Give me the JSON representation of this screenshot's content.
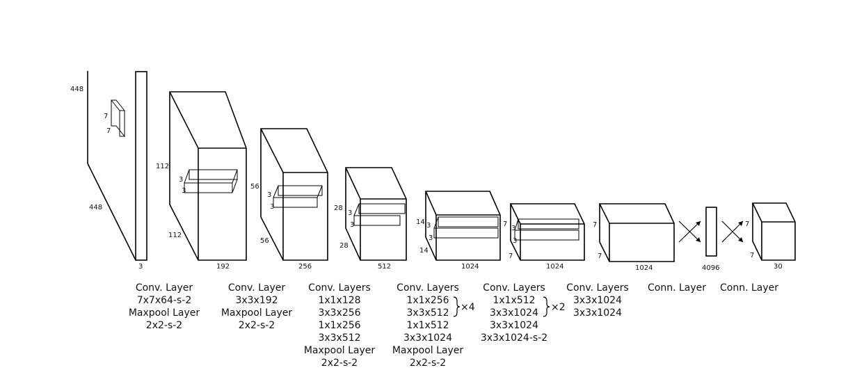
{
  "dimensions": {
    "input": {
      "height": "448",
      "width": "448",
      "depth": "3",
      "kernel_a": "7",
      "kernel_b": "7"
    },
    "block1": {
      "height": "112",
      "width": "112",
      "depth": "192",
      "kernel_a": "3",
      "kernel_b": "3"
    },
    "block2": {
      "height": "56",
      "width": "56",
      "depth": "256",
      "kernel_a": "3",
      "kernel_b": "3"
    },
    "block3": {
      "height": "28",
      "width": "28",
      "depth": "512",
      "kernel_a": "3",
      "kernel_b": "3"
    },
    "block4": {
      "height": "14",
      "width": "14",
      "depth": "1024",
      "kernel_a": "3",
      "kernel_b": "3"
    },
    "block5": {
      "height": "7",
      "width": "7",
      "depth": "1024",
      "kernel_a": "3",
      "kernel_b": "3"
    },
    "block6": {
      "height": "7",
      "width": "7",
      "depth": "1024"
    },
    "fc": {
      "size": "4096"
    },
    "output": {
      "height": "7",
      "width": "7",
      "depth": "30"
    }
  },
  "captions": {
    "c1": [
      "Conv. Layer",
      "7x7x64-s-2",
      "Maxpool Layer",
      "2x2-s-2"
    ],
    "c2": [
      "Conv. Layer",
      "3x3x192",
      "Maxpool Layer",
      "2x2-s-2"
    ],
    "c3": [
      "Conv. Layers",
      "1x1x128",
      "3x3x256",
      "1x1x256",
      "3x3x512",
      "Maxpool Layer",
      "2x2-s-2"
    ],
    "c4": [
      "Conv. Layers",
      "1x1x256",
      "3x3x512",
      "1x1x512",
      "3x3x1024",
      "Maxpool Layer",
      "2x2-s-2"
    ],
    "c4_repeat": "×4",
    "c5": [
      "Conv. Layers",
      "1x1x512",
      "3x3x1024",
      "3x3x1024",
      "3x3x1024-s-2"
    ],
    "c5_repeat": "×2",
    "c6": [
      "Conv. Layers",
      "3x3x1024",
      "3x3x1024"
    ],
    "c7": [
      "Conn. Layer"
    ],
    "c8": [
      "Conn. Layer"
    ]
  }
}
